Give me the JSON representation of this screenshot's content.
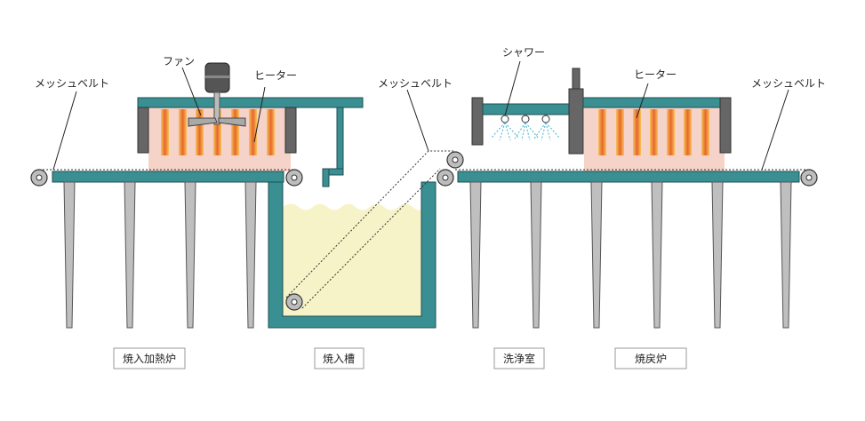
{
  "labels": {
    "fan": "ファン",
    "heater_left": "ヒーター",
    "belt_left": "メッシュベルト",
    "belt_middle": "メッシュベルト",
    "belt_right": "メッシュベルト",
    "shower": "シャワー",
    "heater_right": "ヒーター"
  },
  "captions": {
    "preheat_furnace": "焼入加熱炉",
    "quench_tank": "焼入槽",
    "washing_room": "洗浄室",
    "tempering_furnace": "焼戻炉"
  },
  "colors": {
    "frame": "#3a8f92",
    "heater_glow": "#f6d3c9",
    "quench_liquid": "#f7f3c8",
    "spray": "#3bb3c9"
  }
}
